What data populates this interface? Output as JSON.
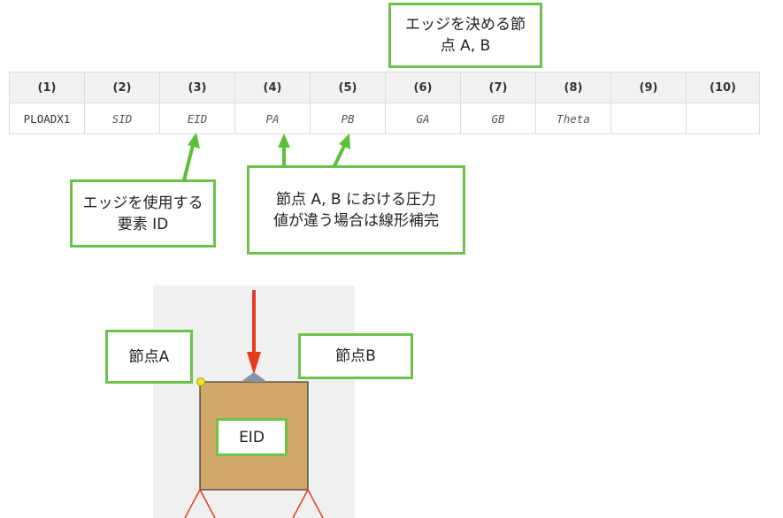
{
  "card": {
    "headers": [
      "(1)",
      "(2)",
      "(3)",
      "(4)",
      "(5)",
      "(6)",
      "(7)",
      "(8)",
      "(9)",
      "(10)"
    ],
    "row": [
      "PLOADX1",
      "SID",
      "EID",
      "PA",
      "PB",
      "GA",
      "GB",
      "Theta",
      "",
      ""
    ]
  },
  "callouts": {
    "edge_nodes": [
      "エッジを決める節",
      "点 A, B"
    ],
    "element_id": [
      "エッジを使用する",
      "要素 ID"
    ],
    "pressure": [
      "節点 A, B における圧力",
      "値が違う場合は線形補完"
    ],
    "node_a": "節点A",
    "node_b": "節点B",
    "eid": "EID"
  },
  "colors": {
    "callout_border": "#6cc24a",
    "arrow": "#5cbf3a",
    "element_fill": "#d2a869",
    "background_panel": "#f0f0f0",
    "load_arrow": "#e63c1e",
    "node_marker": "#f0e020"
  }
}
